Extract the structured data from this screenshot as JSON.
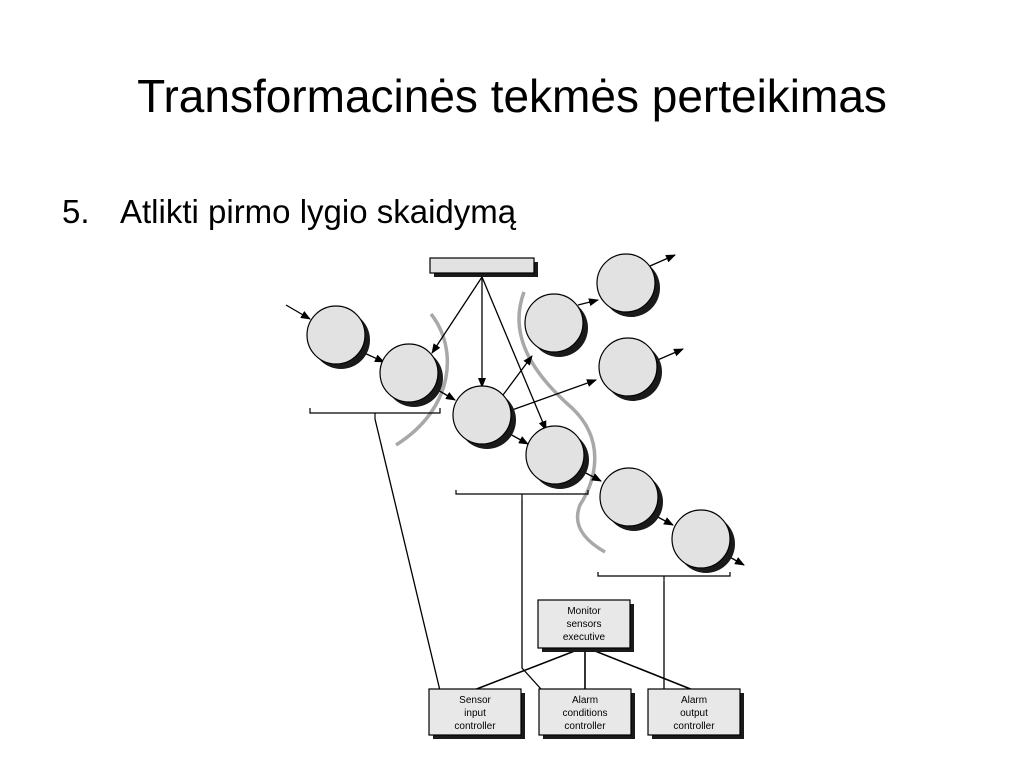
{
  "slide": {
    "title": "Transformacinės tekmės perteikimas",
    "bullet_number": "5.",
    "bullet_text": "Atlikti pirmo lygio skaidymą"
  },
  "diagram": {
    "executive_box": [
      "Monitor",
      "sensors",
      "executive"
    ],
    "controllers": [
      [
        "Sensor",
        "input",
        "controller"
      ],
      [
        "Alarm",
        "conditions",
        "controller"
      ],
      [
        "Alarm",
        "output",
        "controller"
      ]
    ],
    "colors": {
      "bubble_fill": "#e2e2e2",
      "shadow": "#1a1a1a",
      "boundary_curve": "#a8a8a8",
      "box_fill": "#e8e8e8"
    }
  }
}
